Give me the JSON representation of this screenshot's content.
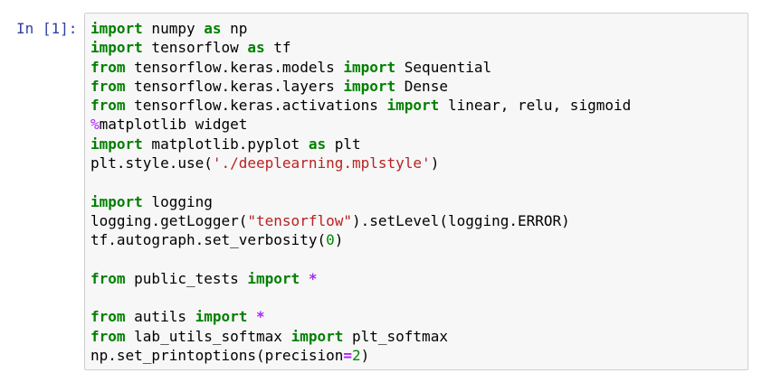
{
  "cell": {
    "prompt": "In [1]:",
    "lines": [
      [
        {
          "t": "import",
          "c": "kw"
        },
        {
          "t": " numpy ",
          "c": ""
        },
        {
          "t": "as",
          "c": "kw"
        },
        {
          "t": " np",
          "c": ""
        }
      ],
      [
        {
          "t": "import",
          "c": "kw"
        },
        {
          "t": " tensorflow ",
          "c": ""
        },
        {
          "t": "as",
          "c": "kw"
        },
        {
          "t": " tf",
          "c": ""
        }
      ],
      [
        {
          "t": "from",
          "c": "kw"
        },
        {
          "t": " tensorflow.keras.models ",
          "c": ""
        },
        {
          "t": "import",
          "c": "kw"
        },
        {
          "t": " Sequential",
          "c": ""
        }
      ],
      [
        {
          "t": "from",
          "c": "kw"
        },
        {
          "t": " tensorflow.keras.layers ",
          "c": ""
        },
        {
          "t": "import",
          "c": "kw"
        },
        {
          "t": " Dense",
          "c": ""
        }
      ],
      [
        {
          "t": "from",
          "c": "kw"
        },
        {
          "t": " tensorflow.keras.activations ",
          "c": ""
        },
        {
          "t": "import",
          "c": "kw"
        },
        {
          "t": " linear, relu, sigmoid",
          "c": ""
        }
      ],
      [
        {
          "t": "%",
          "c": "magic"
        },
        {
          "t": "matplotlib widget",
          "c": ""
        }
      ],
      [
        {
          "t": "import",
          "c": "kw"
        },
        {
          "t": " matplotlib.pyplot ",
          "c": ""
        },
        {
          "t": "as",
          "c": "kw"
        },
        {
          "t": " plt",
          "c": ""
        }
      ],
      [
        {
          "t": "plt.style.use(",
          "c": ""
        },
        {
          "t": "'./deeplearning.mplstyle'",
          "c": "str"
        },
        {
          "t": ")",
          "c": ""
        }
      ],
      [],
      [
        {
          "t": "import",
          "c": "kw"
        },
        {
          "t": " logging",
          "c": ""
        }
      ],
      [
        {
          "t": "logging.getLogger(",
          "c": ""
        },
        {
          "t": "\"tensorflow\"",
          "c": "str"
        },
        {
          "t": ").setLevel(logging.ERROR)",
          "c": ""
        }
      ],
      [
        {
          "t": "tf.autograph.set_verbosity(",
          "c": ""
        },
        {
          "t": "0",
          "c": "num"
        },
        {
          "t": ")",
          "c": ""
        }
      ],
      [],
      [
        {
          "t": "from",
          "c": "kw"
        },
        {
          "t": " public_tests ",
          "c": ""
        },
        {
          "t": "import",
          "c": "kw"
        },
        {
          "t": " ",
          "c": ""
        },
        {
          "t": "*",
          "c": "op"
        }
      ],
      [],
      [
        {
          "t": "from",
          "c": "kw"
        },
        {
          "t": " autils ",
          "c": ""
        },
        {
          "t": "import",
          "c": "kw"
        },
        {
          "t": " ",
          "c": ""
        },
        {
          "t": "*",
          "c": "op"
        }
      ],
      [
        {
          "t": "from",
          "c": "kw"
        },
        {
          "t": " lab_utils_softmax ",
          "c": ""
        },
        {
          "t": "import",
          "c": "kw"
        },
        {
          "t": " plt_softmax",
          "c": ""
        }
      ],
      [
        {
          "t": "np.set_printoptions(precision",
          "c": ""
        },
        {
          "t": "=",
          "c": "op"
        },
        {
          "t": "2",
          "c": "num"
        },
        {
          "t": ")",
          "c": ""
        }
      ]
    ]
  }
}
